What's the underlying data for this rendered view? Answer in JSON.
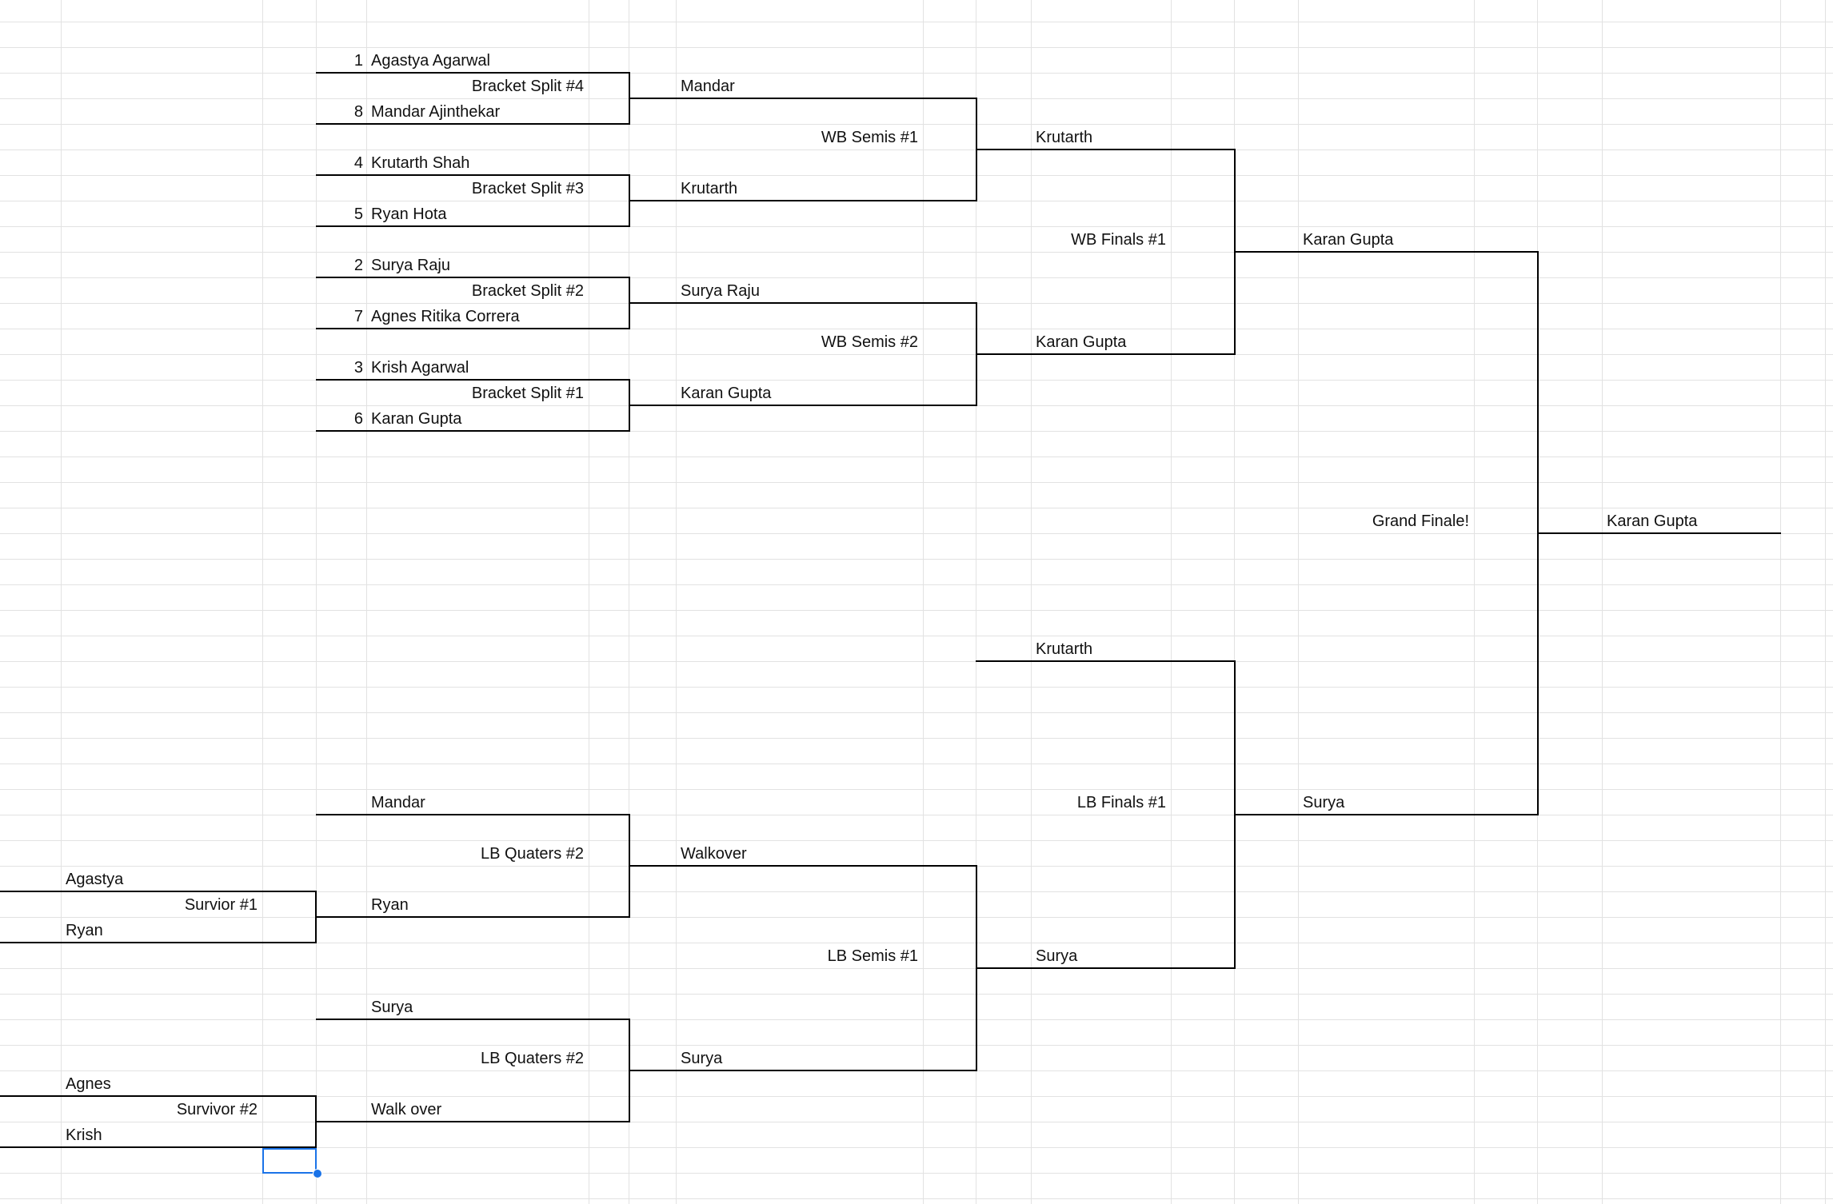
{
  "colors": {
    "grid": "#e2e2e2",
    "lines": "#000000",
    "selection": "#1a73e8"
  },
  "winners_bracket": {
    "seeds": [
      {
        "seed": "1",
        "name": "Agastya Agarwal"
      },
      {
        "seed": "8",
        "name": "Mandar Ajinthekar"
      },
      {
        "seed": "4",
        "name": "Krutarth Shah"
      },
      {
        "seed": "5",
        "name": "Ryan Hota"
      },
      {
        "seed": "2",
        "name": "Surya Raju"
      },
      {
        "seed": "7",
        "name": "Agnes Ritika Correra"
      },
      {
        "seed": "3",
        "name": "Krish Agarwal"
      },
      {
        "seed": "6",
        "name": "Karan Gupta"
      }
    ],
    "splits": [
      "Bracket Split #4",
      "Bracket Split #3",
      "Bracket Split #2",
      "Bracket Split #1"
    ],
    "split_winners": [
      "Mandar",
      "Krutarth",
      "Surya Raju",
      "Karan Gupta"
    ],
    "semis": [
      "WB Semis #1",
      "WB Semis #2"
    ],
    "semis_winners": [
      "Krutarth",
      "Karan Gupta"
    ],
    "finals": "WB Finals #1",
    "finals_winner": "Karan Gupta"
  },
  "grand_finale": {
    "label": "Grand Finale!",
    "winner": "Karan Gupta"
  },
  "survivor_rounds": [
    {
      "top": "Agastya",
      "label": "Survior #1",
      "bottom": "Ryan"
    },
    {
      "top": "Agnes",
      "label": "Survivor #2",
      "bottom": "Krish"
    }
  ],
  "losers_bracket": {
    "quarters": [
      {
        "top": "Mandar",
        "label": "LB Quaters #2",
        "bottom": "Ryan"
      },
      {
        "top": "Surya",
        "label": "LB Quaters #2",
        "bottom": "Walk over"
      }
    ],
    "quarter_winners": [
      "Walkover",
      "Surya"
    ],
    "semis": "LB Semis #1",
    "semis_top_seed": "Krutarth",
    "semis_winner": "Surya",
    "finals": "LB Finals #1",
    "finals_winner": "Surya"
  }
}
